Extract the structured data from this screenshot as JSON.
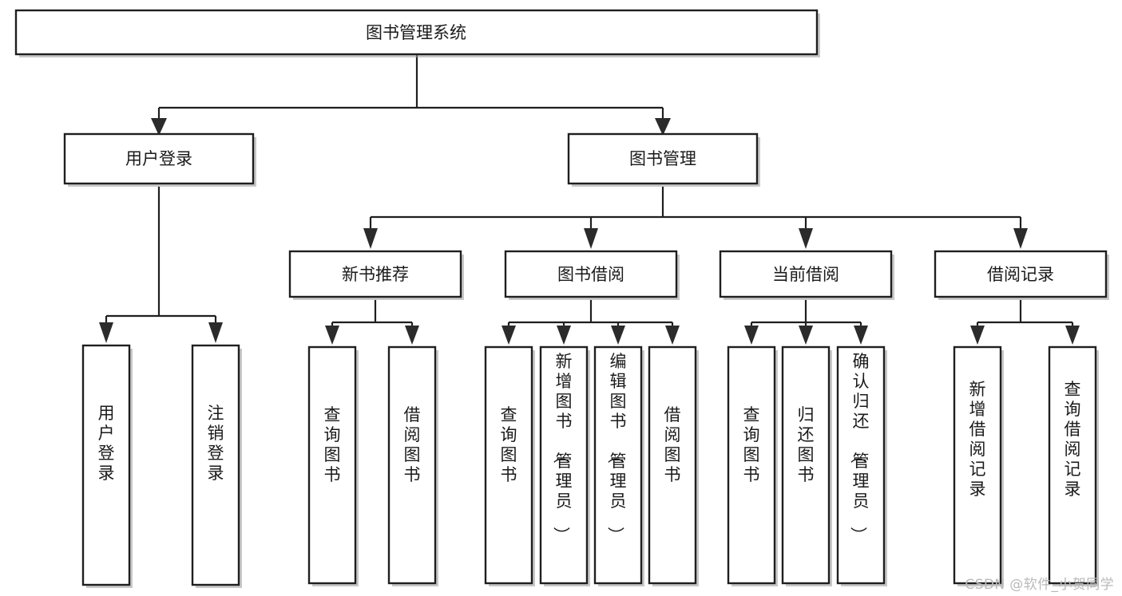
{
  "diagram": {
    "title": "图书管理系统",
    "type": "hierarchy-tree",
    "orientation": "top-down",
    "levels": 4,
    "root": {
      "id": "root",
      "label": "图书管理系统",
      "text_orientation": "horizontal"
    },
    "level2": [
      {
        "id": "user-login",
        "label": "用户登录",
        "text_orientation": "horizontal"
      },
      {
        "id": "book-manage",
        "label": "图书管理",
        "text_orientation": "horizontal"
      }
    ],
    "level3": [
      {
        "id": "new-book-recommend",
        "label": "新书推荐",
        "parent": "book-manage",
        "text_orientation": "horizontal"
      },
      {
        "id": "book-borrow",
        "label": "图书借阅",
        "parent": "book-manage",
        "text_orientation": "horizontal"
      },
      {
        "id": "current-borrow",
        "label": "当前借阅",
        "parent": "book-manage",
        "text_orientation": "horizontal"
      },
      {
        "id": "borrow-record",
        "label": "借阅记录",
        "parent": "book-manage",
        "text_orientation": "horizontal"
      }
    ],
    "leaves": [
      {
        "id": "leaf-user-login",
        "label": "用户登录",
        "parent": "user-login",
        "text_orientation": "vertical"
      },
      {
        "id": "leaf-logout-login",
        "label": "注销登录",
        "parent": "user-login",
        "text_orientation": "vertical"
      },
      {
        "id": "leaf-query-book-1",
        "label": "查询图书",
        "parent": "new-book-recommend",
        "text_orientation": "vertical"
      },
      {
        "id": "leaf-borrow-book-1",
        "label": "借阅图书",
        "parent": "new-book-recommend",
        "text_orientation": "vertical"
      },
      {
        "id": "leaf-query-book-2",
        "label": "查询图书",
        "parent": "book-borrow",
        "text_orientation": "vertical"
      },
      {
        "id": "leaf-add-book",
        "label": "新增图书（管理员）",
        "parent": "book-borrow",
        "text_orientation": "vertical"
      },
      {
        "id": "leaf-edit-book",
        "label": "编辑图书（管理员）",
        "parent": "book-borrow",
        "text_orientation": "vertical"
      },
      {
        "id": "leaf-borrow-book-2",
        "label": "借阅图书",
        "parent": "book-borrow",
        "text_orientation": "vertical"
      },
      {
        "id": "leaf-query-book-3",
        "label": "查询图书",
        "parent": "current-borrow",
        "text_orientation": "vertical"
      },
      {
        "id": "leaf-return-book",
        "label": "归还图书",
        "parent": "current-borrow",
        "text_orientation": "vertical"
      },
      {
        "id": "leaf-confirm-return",
        "label": "确认归还（管理员）",
        "parent": "current-borrow",
        "text_orientation": "vertical"
      },
      {
        "id": "leaf-add-record",
        "label": "新增借阅记录",
        "parent": "borrow-record",
        "text_orientation": "vertical"
      },
      {
        "id": "leaf-query-record",
        "label": "查询借阅记录",
        "parent": "borrow-record",
        "text_orientation": "vertical"
      }
    ],
    "colors": {
      "node_fill": "#ffffff",
      "node_stroke": "#1f1f1f",
      "text": "#1a1a1a",
      "edge": "#1f1f1f",
      "background": "#ffffff",
      "watermark": "#b9b9b9"
    }
  },
  "watermark": {
    "text": "CSDN @软件_小贺同学"
  }
}
